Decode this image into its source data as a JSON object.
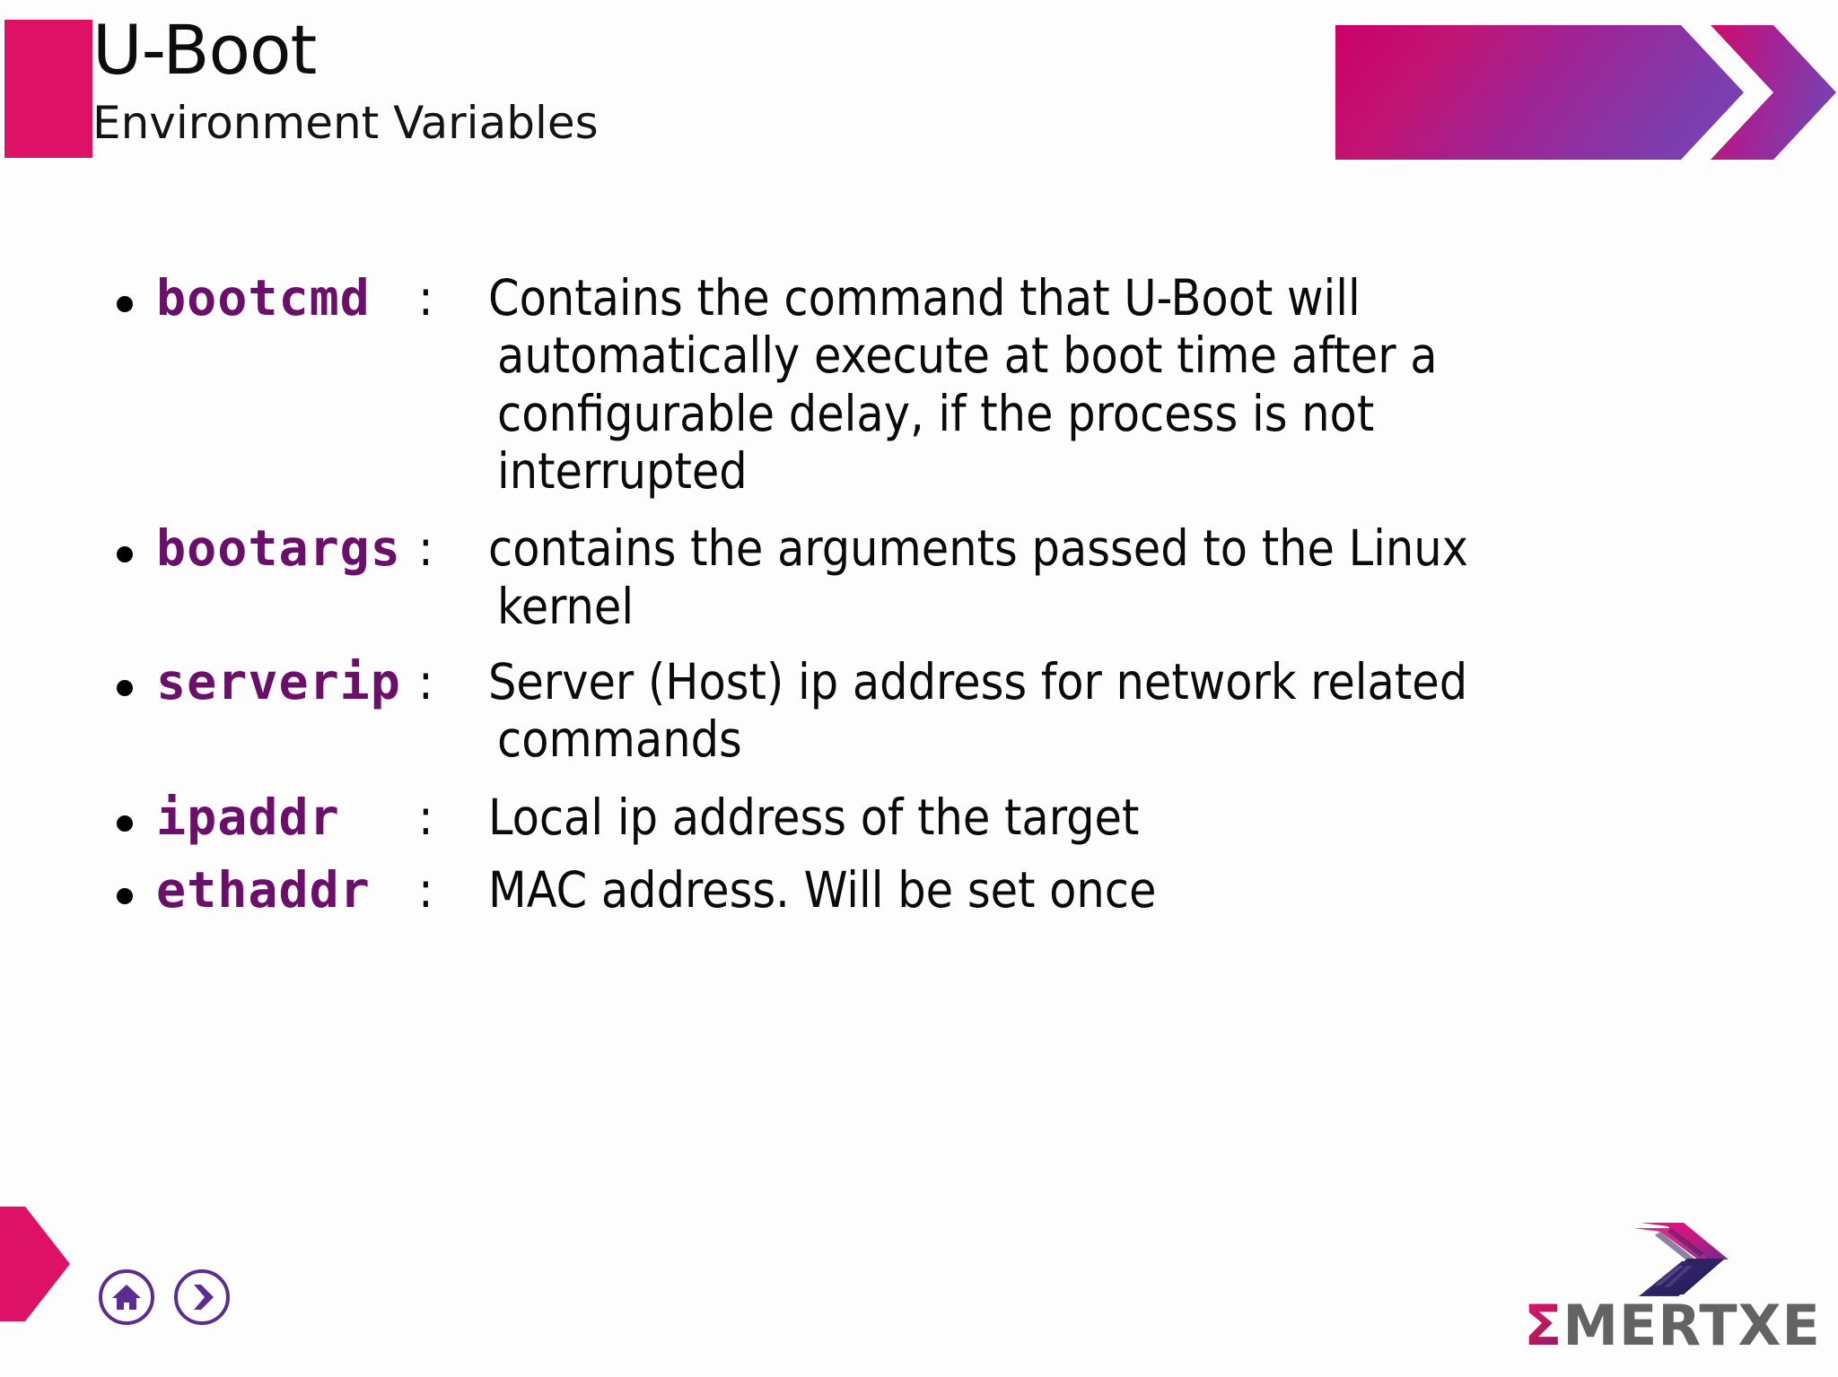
{
  "header": {
    "title": "U-Boot",
    "subtitle": "Environment Variables",
    "accent_color": "#DD1166",
    "banner_gradient_from": "#CC0066",
    "banner_gradient_to": "#7B3FAF"
  },
  "variables": [
    {
      "name": "bootcmd",
      "separator": ":",
      "description": "Contains the command that U-Boot will automatically execute at boot time after a configurable delay, if the process is not interrupted"
    },
    {
      "name": "bootargs",
      "separator": ":",
      "description": "contains the arguments passed to the Linux kernel"
    },
    {
      "name": "serverip",
      "separator": ":",
      "description": "Server (Host) ip address for network related commands"
    },
    {
      "name": "ipaddr",
      "separator": ":",
      "description": "Local ip address of the target"
    },
    {
      "name": "ethaddr",
      "separator": ":",
      "description": "MAC address. Will be set once"
    }
  ],
  "footer": {
    "home_icon": "home-icon",
    "next_icon": "next-arrow-icon",
    "arrow_shape": "pink-arrow-shape",
    "logo": {
      "sigma": "Σ",
      "word": "MERTXE",
      "chevron": "emertxe-chevron-icon"
    }
  },
  "theme": {
    "variable_text_color": "#6B0F6B",
    "description_text_color": "#0a0a0a",
    "nav_icon_color": "#5B2D91",
    "logo_word_color": "#636363"
  }
}
